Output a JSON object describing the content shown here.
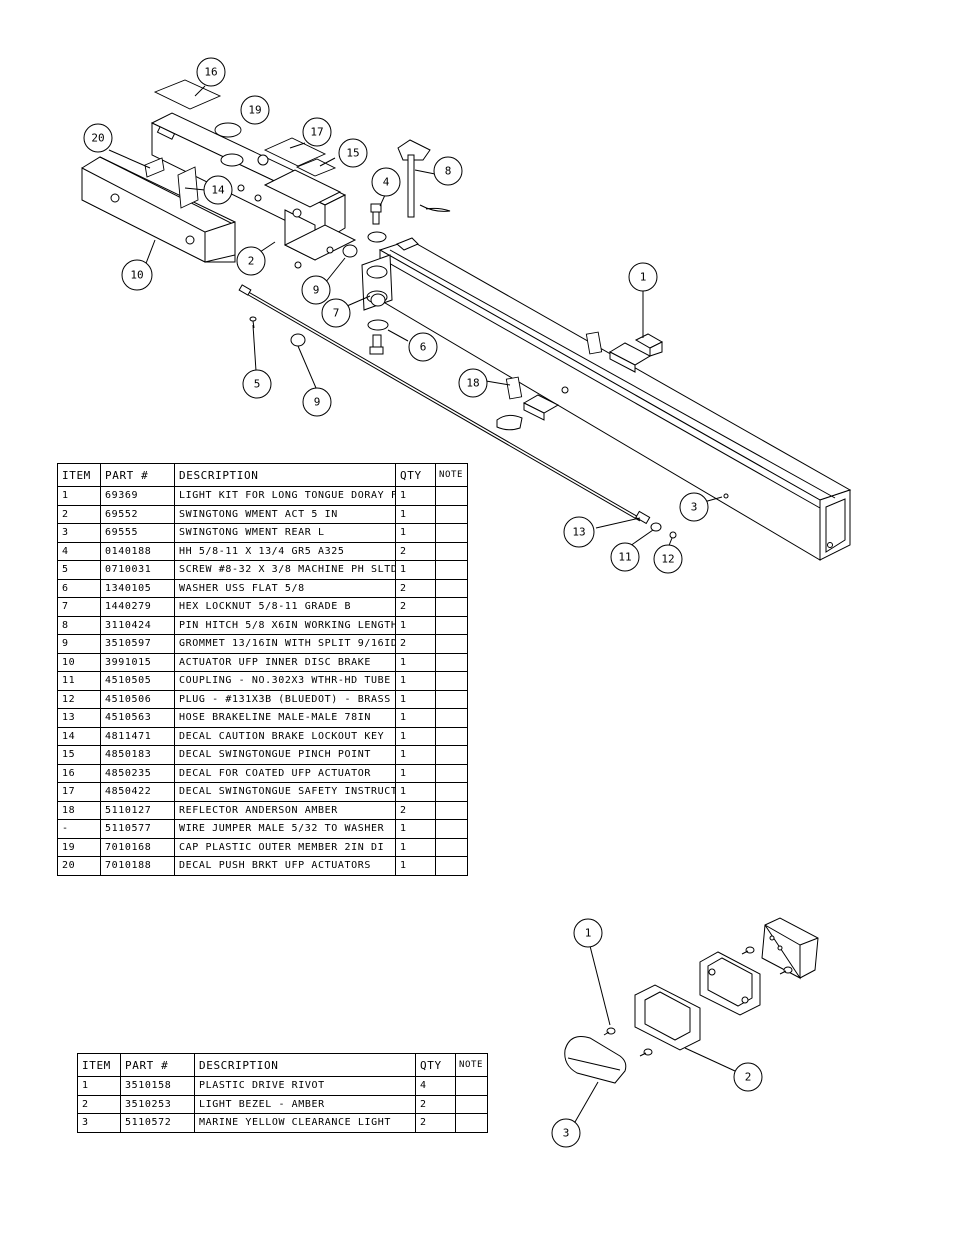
{
  "main_parts_table": {
    "headers": {
      "item": "ITEM",
      "part": "PART #",
      "description": "DESCRIPTION",
      "qty": "QTY",
      "note": "NOTE"
    },
    "rows": [
      {
        "item": "1",
        "part": "69369",
        "description": "LIGHT KIT FOR LONG TONGUE DORAY FG",
        "qty": "1",
        "note": ""
      },
      {
        "item": "2",
        "part": "69552",
        "description": "SWINGTONG WMENT ACT 5 IN",
        "qty": "1",
        "note": ""
      },
      {
        "item": "3",
        "part": "69555",
        "description": "SWINGTONG WMENT REAR L",
        "qty": "1",
        "note": ""
      },
      {
        "item": "4",
        "part": "0140188",
        "description": "HH 5/8-11 X 13/4  GR5 A325",
        "qty": "2",
        "note": ""
      },
      {
        "item": "5",
        "part": "0710031",
        "description": "SCREW #8-32 X 3/8 MACHINE PH SLTD",
        "qty": "1",
        "note": ""
      },
      {
        "item": "6",
        "part": "1340105",
        "description": "WASHER USS FLAT 5/8",
        "qty": "2",
        "note": ""
      },
      {
        "item": "7",
        "part": "1440279",
        "description": "HEX LOCKNUT 5/8-11 GRADE B",
        "qty": "2",
        "note": ""
      },
      {
        "item": "8",
        "part": "3110424",
        "description": "PIN HITCH 5/8 X6IN WORKING LENGTH",
        "qty": "1",
        "note": ""
      },
      {
        "item": "9",
        "part": "3510597",
        "description": "GROMMET 13/16IN  WITH SPLIT 9/16ID",
        "qty": "2",
        "note": ""
      },
      {
        "item": "10",
        "part": "3991015",
        "description": "ACTUATOR UFP INNER  DISC BRAKE",
        "qty": "1",
        "note": ""
      },
      {
        "item": "11",
        "part": "4510505",
        "description": "COUPLING - NO.302X3 WTHR-HD TUBE",
        "qty": "1",
        "note": ""
      },
      {
        "item": "12",
        "part": "4510506",
        "description": "PLUG - #131X3B (BLUEDOT) - BRASS",
        "qty": "1",
        "note": ""
      },
      {
        "item": "13",
        "part": "4510563",
        "description": "HOSE BRAKELINE MALE-MALE 78IN",
        "qty": "1",
        "note": ""
      },
      {
        "item": "14",
        "part": "4811471",
        "description": "DECAL CAUTION BRAKE LOCKOUT KEY",
        "qty": "1",
        "note": ""
      },
      {
        "item": "15",
        "part": "4850183",
        "description": "DECAL SWINGTONGUE PINCH POINT",
        "qty": "1",
        "note": ""
      },
      {
        "item": "16",
        "part": "4850235",
        "description": "DECAL FOR COATED UFP ACTUATOR",
        "qty": "1",
        "note": ""
      },
      {
        "item": "17",
        "part": "4850422",
        "description": "DECAL SWINGTONGUE SAFETY INSTRUCT",
        "qty": "1",
        "note": ""
      },
      {
        "item": "18",
        "part": "5110127",
        "description": "REFLECTOR ANDERSON AMBER",
        "qty": "2",
        "note": ""
      },
      {
        "item": "-",
        "part": "5110577",
        "description": "WIRE JUMPER MALE 5/32 TO WASHER",
        "qty": "1",
        "note": ""
      },
      {
        "item": "19",
        "part": "7010168",
        "description": "CAP  PLASTIC OUTER MEMBER 2IN DI",
        "qty": "1",
        "note": ""
      },
      {
        "item": "20",
        "part": "7010188",
        "description": "DECAL PUSH BRKT UFP ACTUATORS",
        "qty": "1",
        "note": ""
      }
    ]
  },
  "light_kit_table": {
    "headers": {
      "item": "ITEM",
      "part": "PART #",
      "description": "DESCRIPTION",
      "qty": "QTY",
      "note": "NOTE"
    },
    "rows": [
      {
        "item": "1",
        "part": "3510158",
        "description": "PLASTIC DRIVE RIVOT",
        "qty": "4",
        "note": ""
      },
      {
        "item": "2",
        "part": "3510253",
        "description": "LIGHT BEZEL - AMBER",
        "qty": "2",
        "note": ""
      },
      {
        "item": "3",
        "part": "5110572",
        "description": "MARINE YELLOW CLEARANCE LIGHT",
        "qty": "2",
        "note": ""
      }
    ]
  },
  "main_callouts": [
    "16",
    "19",
    "20",
    "17",
    "15",
    "14",
    "4",
    "8",
    "10",
    "2",
    "9",
    "1",
    "7",
    "6",
    "5",
    "18",
    "9",
    "3",
    "13",
    "11",
    "12"
  ],
  "light_callouts": [
    "1",
    "2",
    "3"
  ]
}
